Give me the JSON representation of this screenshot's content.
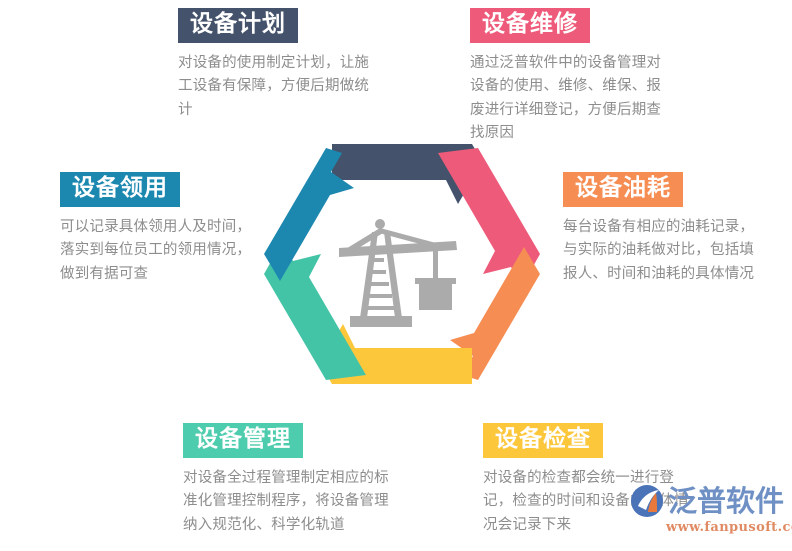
{
  "infographic": {
    "center_icon": "crane-icon",
    "ring_segments": [
      {
        "name": "plan",
        "color": "#44536B"
      },
      {
        "name": "repair",
        "color": "#EE5A79"
      },
      {
        "name": "fuel",
        "color": "#F68E54"
      },
      {
        "name": "inspect",
        "color": "#FDC73C"
      },
      {
        "name": "manage",
        "color": "#44C4A7"
      },
      {
        "name": "issue",
        "color": "#1C88B0"
      }
    ],
    "blocks": {
      "plan": {
        "title": "设备计划",
        "color": "#44536B",
        "desc": "对设备的使用制定计划，让施工设备有保障，方便后期做统计"
      },
      "repair": {
        "title": "设备维修",
        "color": "#EE5A79",
        "desc": "通过泛普软件中的设备管理对设备的使用、维修、维保、报废进行详细登记，方便后期查找原因"
      },
      "issue": {
        "title": "设备领用",
        "color": "#1C88B0",
        "desc": "可以记录具体领用人及时间，落实到每位员工的领用情况，做到有据可查"
      },
      "fuel": {
        "title": "设备油耗",
        "color": "#F68E54",
        "desc": "每台设备有相应的油耗记录，与实际的油耗做对比，包括填报人、时间和油耗的具体情况"
      },
      "manage": {
        "title": "设备管理",
        "color": "#4ECCAE",
        "desc": "对设备全过程管理制定相应的标准化管理控制程序，将设备管理纳入规范化、科学化轨道"
      },
      "inspect": {
        "title": "设备检查",
        "color": "#FDC73C",
        "desc": "对设备的检查都会统一进行登记，检查的时间和设备的具体情况会记录下来"
      }
    }
  },
  "logo": {
    "name": "泛普软件",
    "url": "www.fanpusoft.com",
    "text_color": "#6f90c4",
    "url_color": "#e08a63"
  }
}
